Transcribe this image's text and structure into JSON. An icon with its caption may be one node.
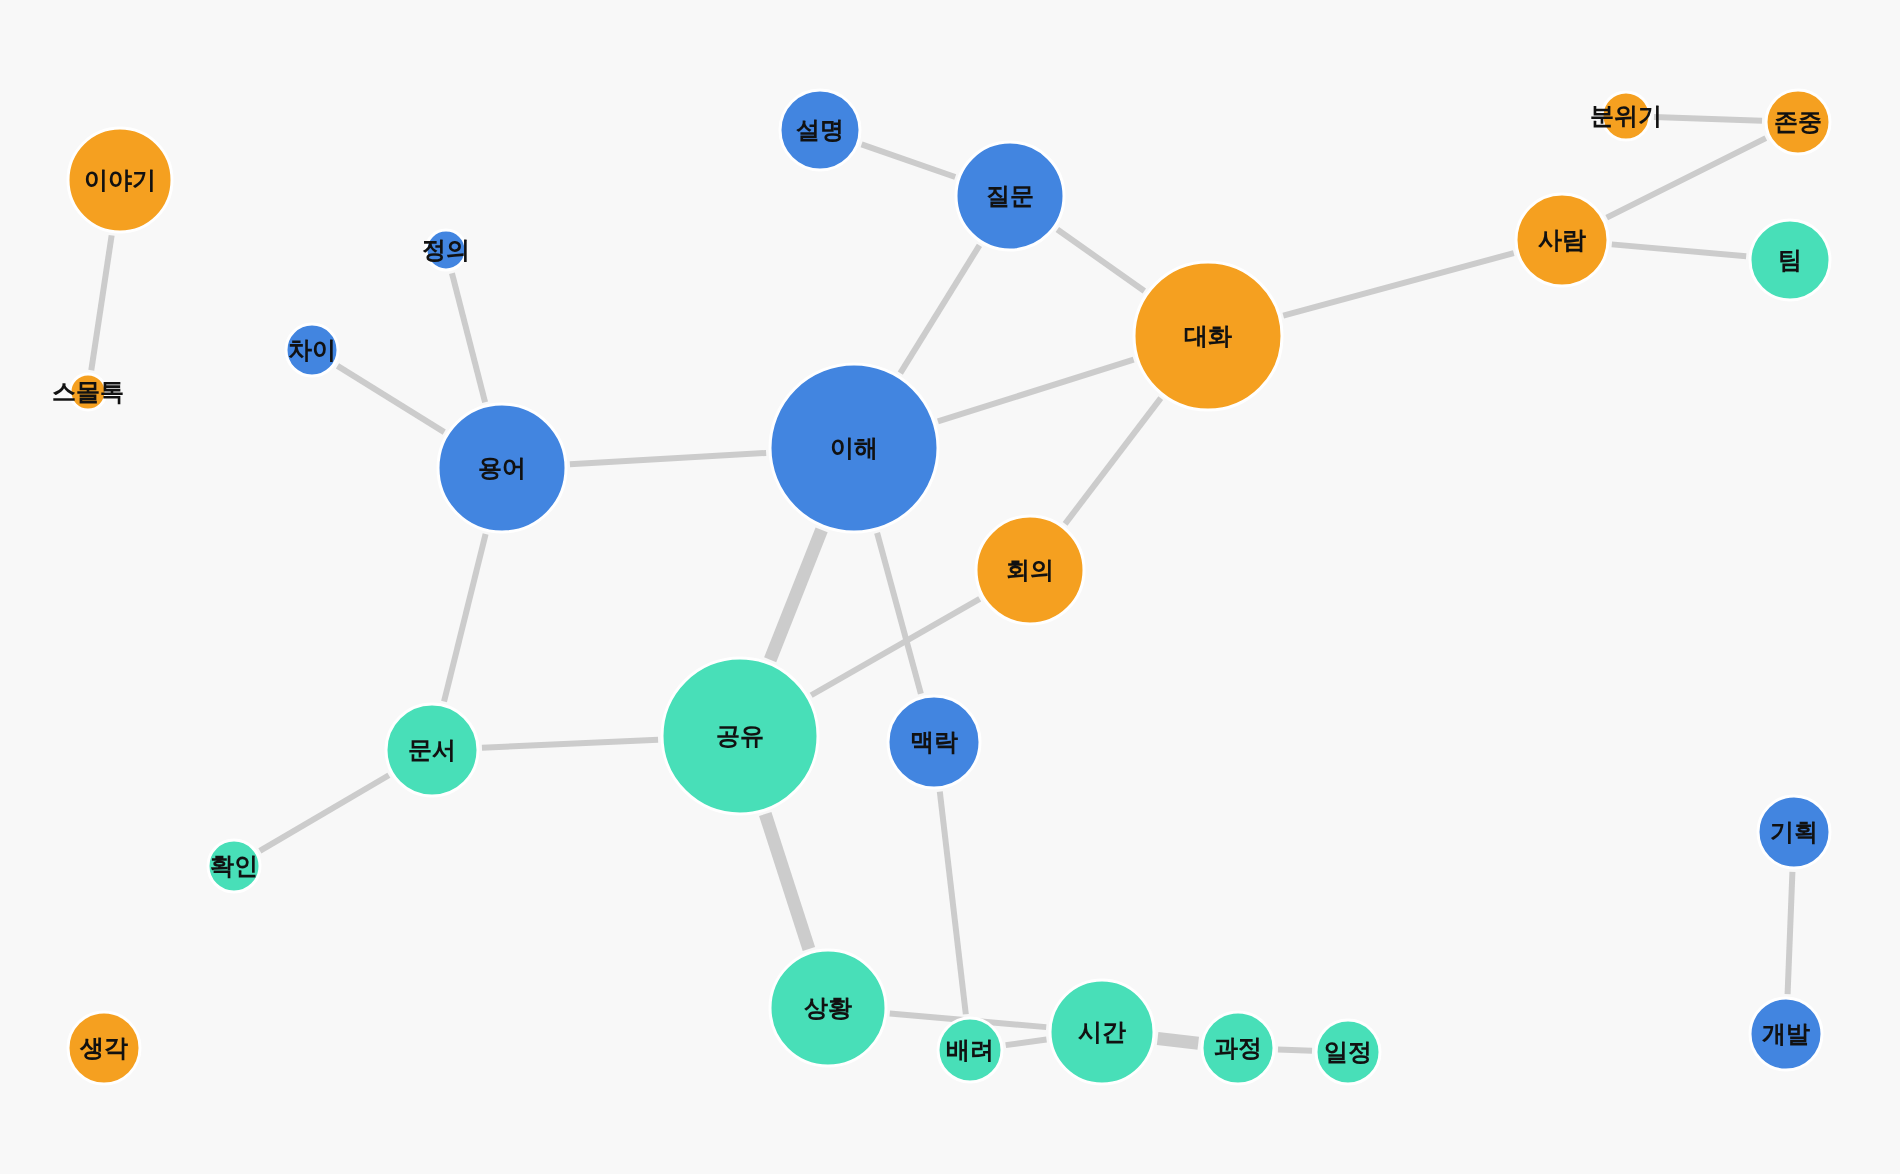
{
  "diagram": {
    "nodes": [
      {
        "text": [
          "이야기"
        ]
      },
      {
        "text": [
          "스몰톡"
        ]
      },
      {
        "text": [
          "정의"
        ]
      },
      {
        "text": [
          "차이"
        ]
      },
      {
        "text": [
          "용어"
        ]
      },
      {
        "text": [
          "설명"
        ]
      },
      {
        "text": [
          "질문"
        ]
      },
      {
        "text": [
          "이해"
        ]
      },
      {
        "text": [
          "대화"
        ]
      },
      {
        "text": [
          "분위기"
        ]
      },
      {
        "text": [
          "존중"
        ]
      },
      {
        "text": [
          "사람"
        ]
      },
      {
        "text": [
          "팀"
        ]
      },
      {
        "text": [
          "회의"
        ]
      },
      {
        "text": [
          "문서"
        ]
      },
      {
        "text": [
          "공유"
        ]
      },
      {
        "text": [
          "맥락"
        ]
      },
      {
        "text": [
          "확인"
        ]
      },
      {
        "text": [
          "상황"
        ]
      },
      {
        "text": [
          "배려"
        ]
      },
      {
        "text": [
          "시간"
        ]
      },
      {
        "text": [
          "과정"
        ]
      },
      {
        "text": [
          "일정"
        ]
      },
      {
        "text": [
          "생각"
        ]
      },
      {
        "text": [
          "기획"
        ]
      },
      {
        "text": [
          "개발"
        ]
      }
    ],
    "edges": [
      {
        "from": 0,
        "to": 1,
        "arrow": "none"
      },
      {
        "from": 2,
        "to": 4,
        "arrow": "none"
      },
      {
        "from": 3,
        "to": 4,
        "arrow": "none"
      },
      {
        "from": 4,
        "to": 7,
        "arrow": "none"
      },
      {
        "from": 4,
        "to": 14,
        "arrow": "none"
      },
      {
        "from": 5,
        "to": 6,
        "arrow": "none"
      },
      {
        "from": 6,
        "to": 7,
        "arrow": "none"
      },
      {
        "from": 6,
        "to": 8,
        "arrow": "none"
      },
      {
        "from": 7,
        "to": 8,
        "arrow": "none"
      },
      {
        "from": 8,
        "to": 13,
        "arrow": "none"
      },
      {
        "from": 8,
        "to": 11,
        "arrow": "none"
      },
      {
        "from": 9,
        "to": 10,
        "arrow": "none"
      },
      {
        "from": 11,
        "to": 10,
        "arrow": "none"
      },
      {
        "from": 11,
        "to": 12,
        "arrow": "none"
      },
      {
        "from": 7,
        "to": 15,
        "arrow": "none",
        "style": "thick"
      },
      {
        "from": 7,
        "to": 16,
        "arrow": "none"
      },
      {
        "from": 13,
        "to": 15,
        "arrow": "none"
      },
      {
        "from": 15,
        "to": 14,
        "arrow": "none"
      },
      {
        "from": 14,
        "to": 17,
        "arrow": "none"
      },
      {
        "from": 15,
        "to": 18,
        "arrow": "none",
        "style": "thick"
      },
      {
        "from": 16,
        "to": 19,
        "arrow": "none"
      },
      {
        "from": 18,
        "to": 20,
        "arrow": "none"
      },
      {
        "from": 19,
        "to": 20,
        "arrow": "none"
      },
      {
        "from": 20,
        "to": 21,
        "arrow": "none",
        "style": "thick"
      },
      {
        "from": 21,
        "to": 22,
        "arrow": "none"
      },
      {
        "from": 24,
        "to": 25,
        "arrow": "none"
      }
    ]
  }
}
